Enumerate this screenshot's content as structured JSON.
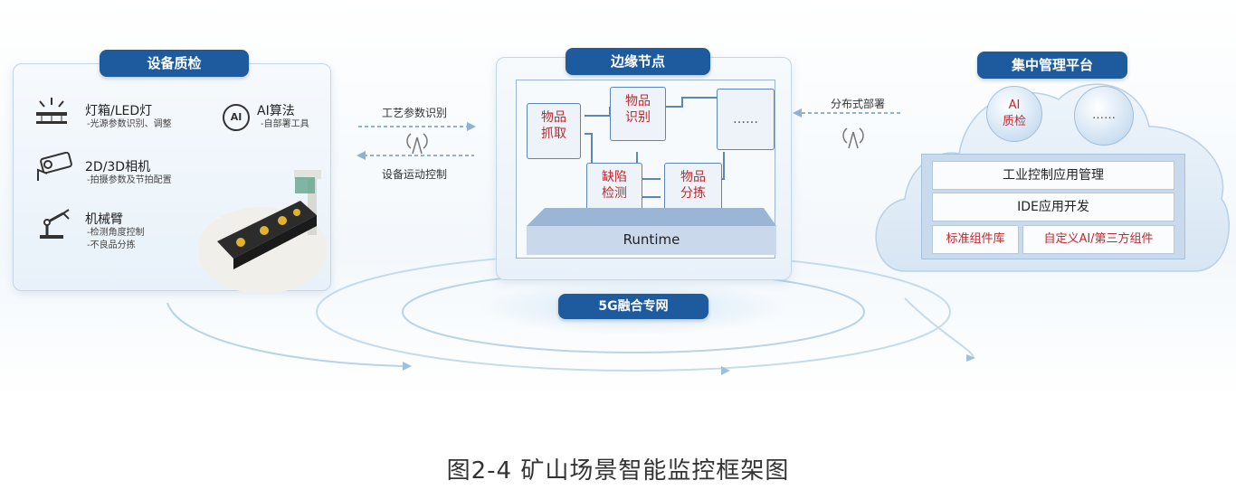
{
  "device_panel": {
    "title": "设备质检",
    "light": {
      "title": "灯箱/LED灯",
      "sub": "-光源参数识别、调整"
    },
    "ai": {
      "title": "AI算法",
      "sub": "-自部署工具",
      "badge": "AI"
    },
    "camera": {
      "title": "2D/3D相机",
      "sub": "-拍摄参数及节拍配置"
    },
    "arm": {
      "title": "机械臂",
      "sub1": "-检测角度控制",
      "sub2": "-不良品分拣"
    }
  },
  "link_left": {
    "top_label": "工艺参数识别",
    "bottom_label": "设备运动控制"
  },
  "edge_panel": {
    "title": "边缘节点",
    "modules": [
      "物品\n抓取",
      "物品\n识别",
      "缺陷\n检测",
      "物品\n分拣",
      "……"
    ],
    "runtime": "Runtime"
  },
  "link_right": {
    "label": "分布式部署"
  },
  "platform": {
    "title": "集中管理平台",
    "bubble_ai": "AI\n质检",
    "bubble_more": "……",
    "row1": "工业控制应用管理",
    "row2": "IDE应用开发",
    "row3a": "标准组件库",
    "row3b": "自定义AI/第三方组件"
  },
  "network": {
    "label": "5G融合专网"
  },
  "caption": "图2-4  矿山场景智能监控框架图"
}
